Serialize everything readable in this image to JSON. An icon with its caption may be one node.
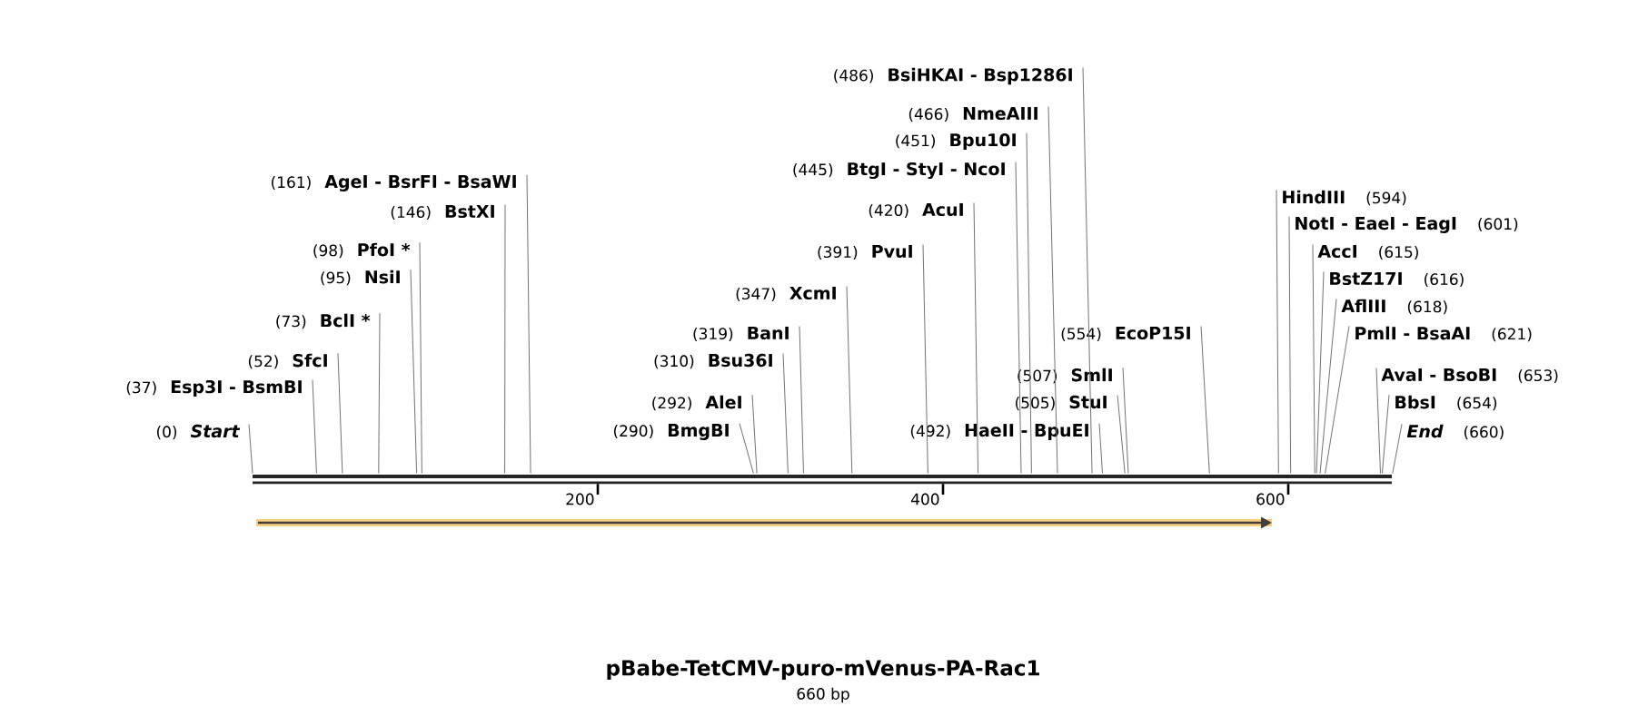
{
  "diagram": {
    "title": "pBabe-TetCMV-puro-mVenus-PA-Rac1",
    "caption": "660 bp",
    "nodes": [
      {
        "text": [
          "(0)",
          "Start"
        ]
      },
      {
        "text": [
          "(37)",
          "Esp3I  - BsmBI"
        ]
      },
      {
        "text": [
          "(52)",
          "SfcI"
        ]
      },
      {
        "text": [
          "(73)",
          "BclI *"
        ]
      },
      {
        "text": [
          "(95)",
          "NsiI"
        ]
      },
      {
        "text": [
          "(98)",
          "PfoI *"
        ]
      },
      {
        "text": [
          "(146)",
          "BstXI"
        ]
      },
      {
        "text": [
          "(161)",
          "AgeI  - BsrFI  - BsaWI"
        ]
      },
      {
        "text": [
          "(290)",
          "BmgBI"
        ]
      },
      {
        "text": [
          "(292)",
          "AleI"
        ]
      },
      {
        "text": [
          "(310)",
          "Bsu36I"
        ]
      },
      {
        "text": [
          "(319)",
          "BanI"
        ]
      },
      {
        "text": [
          "(347)",
          "XcmI"
        ]
      },
      {
        "text": [
          "(391)",
          "PvuI"
        ]
      },
      {
        "text": [
          "(420)",
          "AcuI"
        ]
      },
      {
        "text": [
          "(445)",
          "BtgI  - StyI  - NcoI"
        ]
      },
      {
        "text": [
          "(451)",
          "Bpu10I"
        ]
      },
      {
        "text": [
          "(466)",
          "NmeAIII"
        ]
      },
      {
        "text": [
          "(486)",
          "BsiHKAI  - Bsp1286I"
        ]
      },
      {
        "text": [
          "(492)",
          "HaeII  - BpuEI"
        ]
      },
      {
        "text": [
          "(505)",
          "StuI"
        ]
      },
      {
        "text": [
          "(507)",
          "SmlI"
        ]
      },
      {
        "text": [
          "(554)",
          "EcoP15I"
        ]
      },
      {
        "text": [
          "HindIII",
          "(594)"
        ]
      },
      {
        "text": [
          "NotI  - EaeI  - EagI",
          "(601)"
        ]
      },
      {
        "text": [
          "AccI",
          "(615)"
        ]
      },
      {
        "text": [
          "BstZ17I",
          "(616)"
        ]
      },
      {
        "text": [
          "AflIII",
          "(618)"
        ]
      },
      {
        "text": [
          "PmlI  - BsaAI",
          "(621)"
        ]
      },
      {
        "text": [
          "AvaI  - BsoBI",
          "(653)"
        ]
      },
      {
        "text": [
          "BbsI",
          "(654)"
        ]
      },
      {
        "text": [
          "End",
          "(660)"
        ]
      },
      {
        "text": [],
        "shape": "bar"
      }
    ],
    "edges": [
      {
        "from": 0,
        "to": 32,
        "arrow": "none"
      },
      {
        "from": 1,
        "to": 32,
        "arrow": "none"
      },
      {
        "from": 2,
        "to": 32,
        "arrow": "none"
      },
      {
        "from": 3,
        "to": 32,
        "arrow": "none"
      },
      {
        "from": 4,
        "to": 32,
        "arrow": "none"
      },
      {
        "from": 5,
        "to": 32,
        "arrow": "none"
      },
      {
        "from": 6,
        "to": 32,
        "arrow": "none"
      },
      {
        "from": 7,
        "to": 32,
        "arrow": "none"
      },
      {
        "from": 8,
        "to": 32,
        "arrow": "none"
      },
      {
        "from": 9,
        "to": 32,
        "arrow": "none"
      },
      {
        "from": 10,
        "to": 32,
        "arrow": "none"
      },
      {
        "from": 11,
        "to": 32,
        "arrow": "none"
      },
      {
        "from": 12,
        "to": 32,
        "arrow": "none"
      },
      {
        "from": 13,
        "to": 32,
        "arrow": "none"
      },
      {
        "from": 14,
        "to": 32,
        "arrow": "none"
      },
      {
        "from": 15,
        "to": 32,
        "arrow": "none"
      },
      {
        "from": 16,
        "to": 32,
        "arrow": "none"
      },
      {
        "from": 17,
        "to": 32,
        "arrow": "none"
      },
      {
        "from": 18,
        "to": 32,
        "arrow": "none"
      },
      {
        "from": 19,
        "to": 32,
        "arrow": "none"
      },
      {
        "from": 20,
        "to": 32,
        "arrow": "none"
      },
      {
        "from": 21,
        "to": 32,
        "arrow": "none"
      },
      {
        "from": 22,
        "to": 32,
        "arrow": "none"
      },
      {
        "from": 23,
        "to": 32,
        "arrow": "none"
      },
      {
        "from": 24,
        "to": 32,
        "arrow": "none"
      },
      {
        "from": 25,
        "to": 32,
        "arrow": "none"
      },
      {
        "from": 26,
        "to": 32,
        "arrow": "none"
      },
      {
        "from": 27,
        "to": 32,
        "arrow": "none"
      },
      {
        "from": 28,
        "to": 32,
        "arrow": "none"
      },
      {
        "from": 29,
        "to": 32,
        "arrow": "none"
      },
      {
        "from": 30,
        "to": 32,
        "arrow": "none"
      },
      {
        "from": 31,
        "to": 32,
        "arrow": "none"
      }
    ],
    "labels": [
      "200",
      "400",
      "600"
    ]
  }
}
